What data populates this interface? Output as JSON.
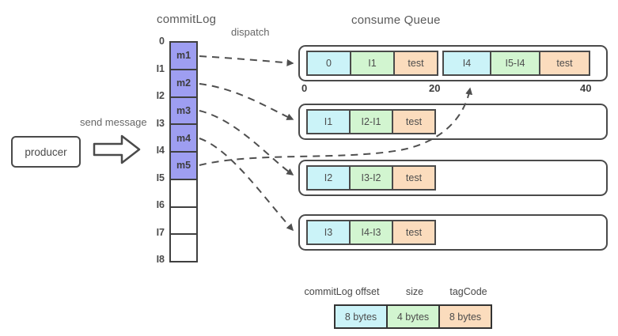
{
  "producer": {
    "label": "producer",
    "send_label": "send message"
  },
  "labels": {
    "dispatch": "dispatch"
  },
  "commit_log": {
    "title": "commitLog",
    "offset_labels": [
      "0",
      "I1",
      "I2",
      "I3",
      "I4",
      "I5",
      "I6",
      "I7",
      "I8"
    ],
    "cells": [
      "m1",
      "m2",
      "m3",
      "m4",
      "m5",
      "",
      "",
      ""
    ]
  },
  "consume_queue": {
    "title": "consume Queue",
    "axis_ticks": [
      "0",
      "20",
      "40"
    ],
    "rows": [
      {
        "entries": [
          {
            "offset": "0",
            "size": "I1",
            "tag": "test"
          },
          {
            "offset": "I4",
            "size": "I5-I4",
            "tag": "test"
          }
        ]
      },
      {
        "entries": [
          {
            "offset": "I1",
            "size": "I2-I1",
            "tag": "test"
          }
        ]
      },
      {
        "entries": [
          {
            "offset": "I2",
            "size": "I3-I2",
            "tag": "test"
          }
        ]
      },
      {
        "entries": [
          {
            "offset": "I3",
            "size": "I4-I3",
            "tag": "test"
          }
        ]
      }
    ]
  },
  "legend": {
    "columns": [
      {
        "header": "commitLog offset",
        "size": "8 bytes"
      },
      {
        "header": "size",
        "size": "4 bytes"
      },
      {
        "header": "tagCode",
        "size": "8 bytes"
      }
    ]
  },
  "colors": {
    "commitlog-cell": "#9e9ef1",
    "offset-cell": "#cbf3f8",
    "size-cell": "#d2f5d0",
    "tag-cell": "#fbdcbd",
    "line": "#4f4f4f"
  }
}
